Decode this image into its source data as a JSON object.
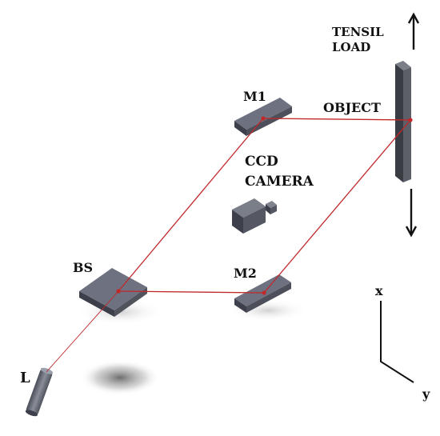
{
  "labels": {
    "tensile_line1": "TENSIL",
    "tensile_line2": "LOAD",
    "m1": "M1",
    "object": "OBJECT",
    "ccd_line1": "CCD",
    "ccd_line2": "CAMERA",
    "bs": "BS",
    "m2": "M2",
    "laser": "L",
    "axis_x": "x",
    "axis_y": "y"
  },
  "colors": {
    "beam": "#c0282a",
    "component_top": "#6e7280",
    "component_side": "#3d404a",
    "object_face": "#5c5f68",
    "object_side": "#3a3c44",
    "arrow": "#111111",
    "text": "#111111"
  }
}
